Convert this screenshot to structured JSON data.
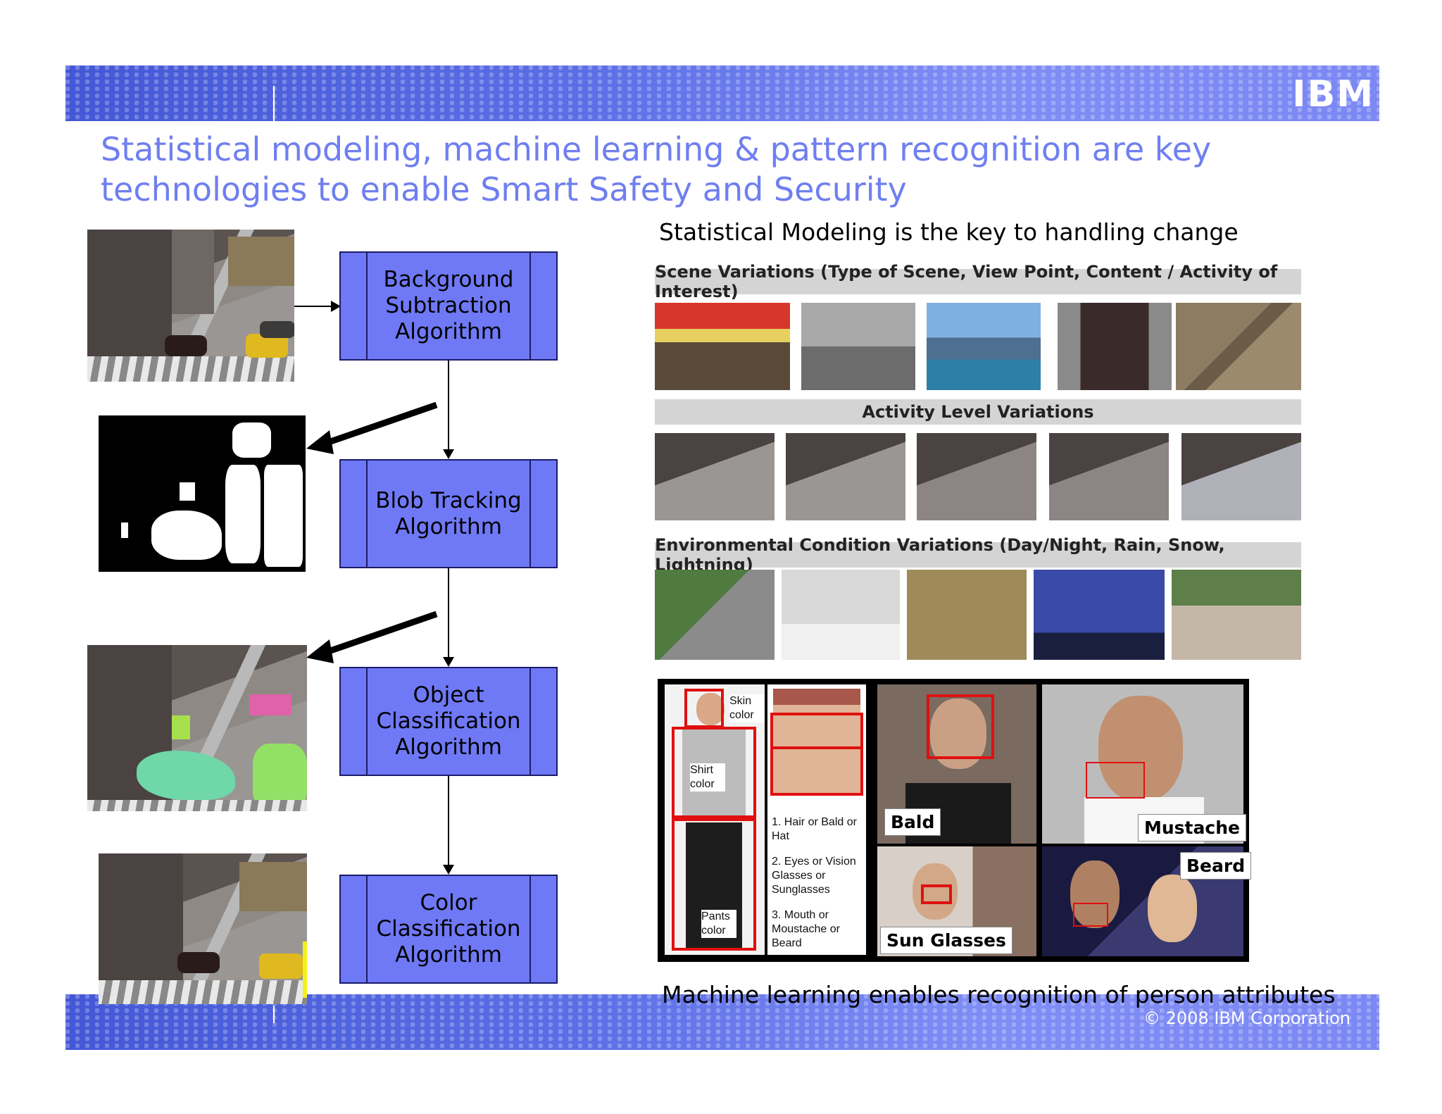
{
  "header": {
    "logo": "IBM"
  },
  "title": "Statistical modeling, machine learning & pattern recognition are key technologies to enable Smart Safety and Security",
  "right_subtitle": "Statistical Modeling is the key to handling change",
  "flow": [
    {
      "label": "Background Subtraction Algorithm"
    },
    {
      "label": "Blob Tracking Algorithm"
    },
    {
      "label": "Object Classification Algorithm"
    },
    {
      "label": "Color Classification Algorithm"
    }
  ],
  "variations": {
    "scene": "Scene Variations (Type of Scene, View Point, Content / Activity of Interest)",
    "activity": "Activity Level Variations",
    "environment": "Environmental Condition Variations (Day/Night, Rain, Snow, Lightning)"
  },
  "attributes": {
    "skin": "Skin color",
    "shirt": "Shirt color",
    "pants": "Pants color",
    "list": [
      "1. Hair or Bald or Hat",
      "2. Eyes or Vision Glasses or Sunglasses",
      "3. Mouth or Moustache or Beard"
    ],
    "bald": "Bald",
    "mustache": "Mustache",
    "beard": "Beard",
    "sunglasses": "Sun Glasses"
  },
  "caption": "Machine learning enables recognition of  person attributes",
  "footer": {
    "copyright": "© 2008 IBM Corporation"
  },
  "colors": {
    "banner": "#5c6fe6",
    "title": "#6f7ff0",
    "flow_box": "#6f79f6",
    "highlight": "#e01010"
  }
}
